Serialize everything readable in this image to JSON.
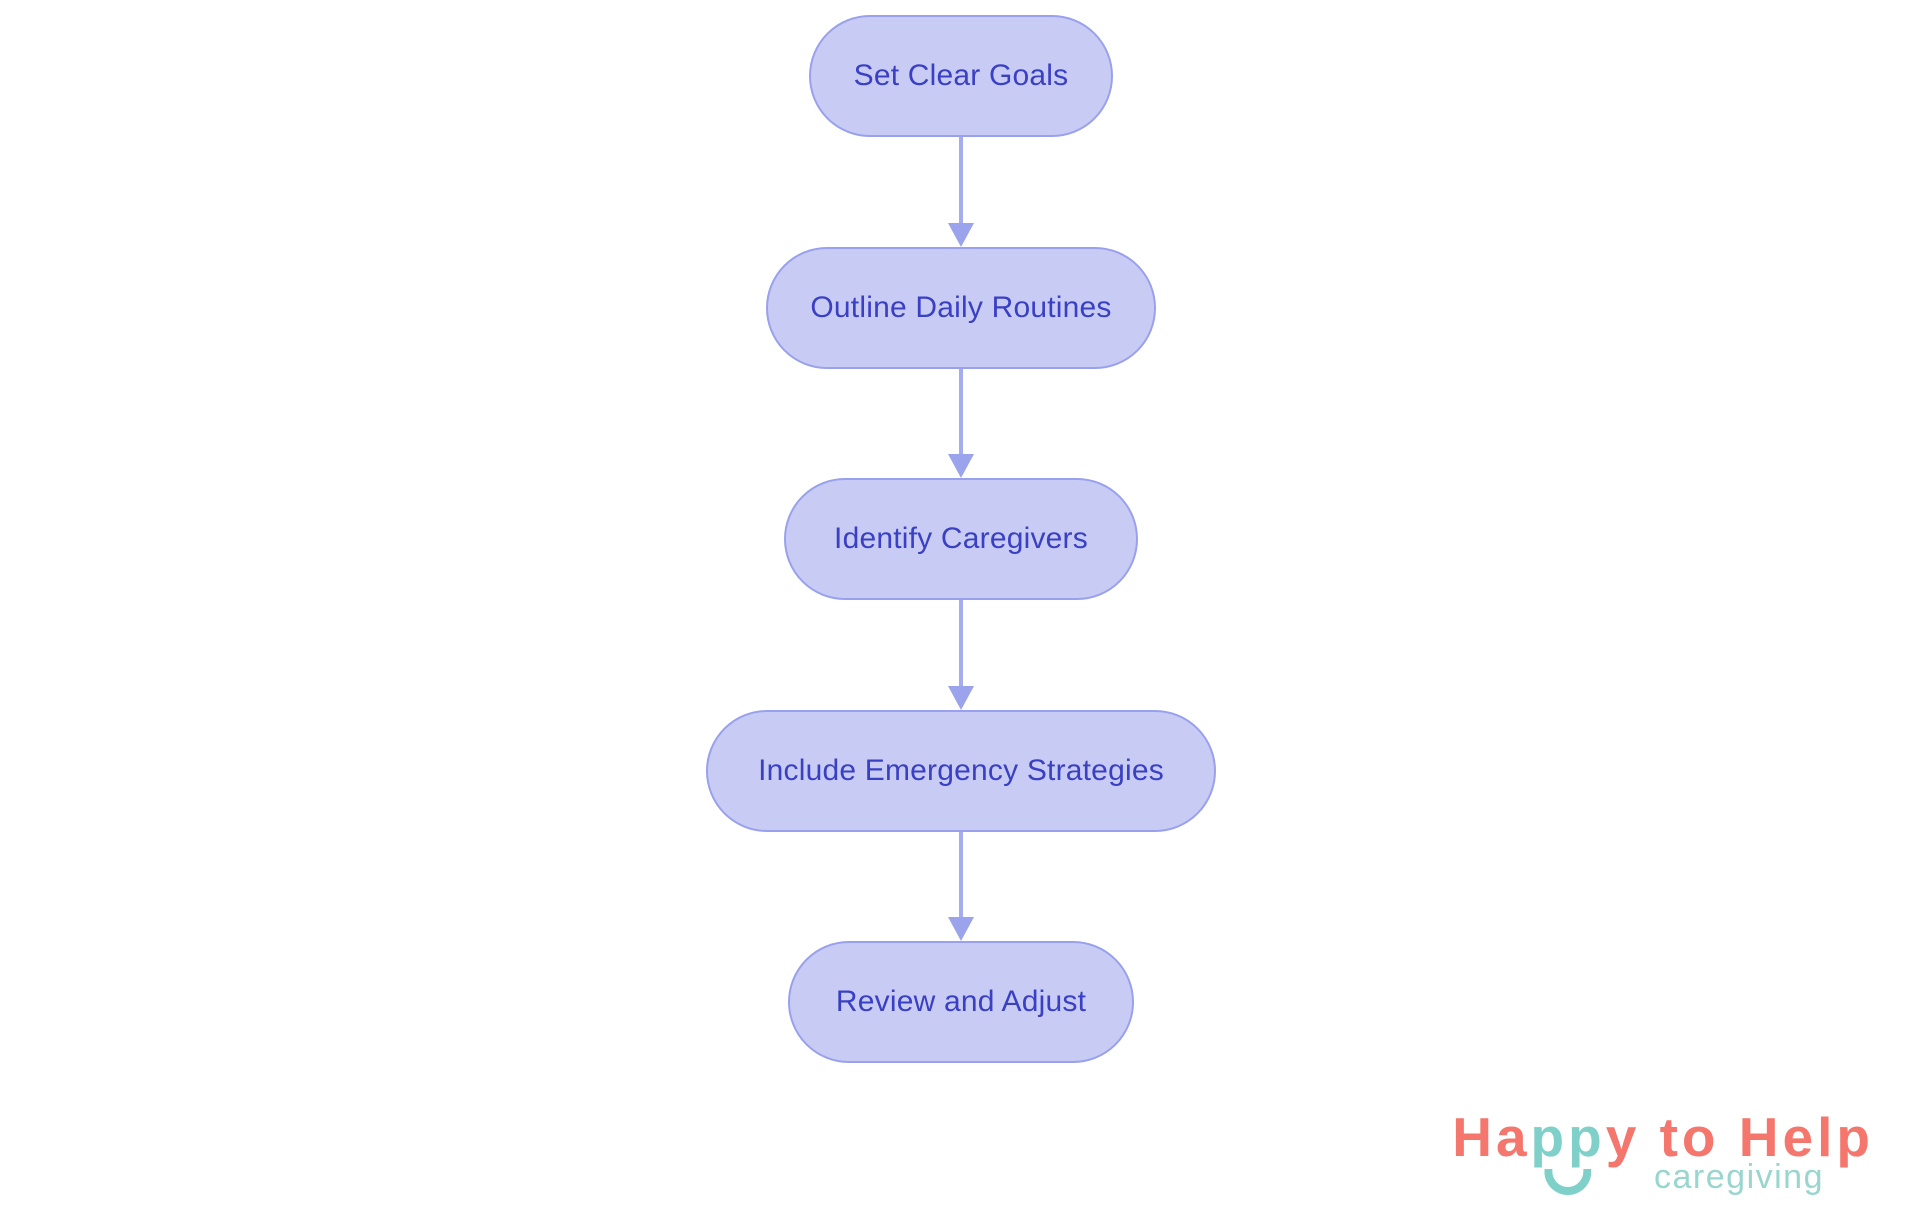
{
  "page": {
    "background_color": "#ffffff"
  },
  "flowchart": {
    "type": "vertical-flow",
    "direction": "top-down",
    "steps": [
      "Set Clear Goals",
      "Outline Daily Routines",
      "Identify Caregivers",
      "Include Emergency Strategies",
      "Review and Adjust"
    ],
    "node_fill_color": "#c8ccf5",
    "node_border_color": "#99a1ee",
    "node_text_color": "#3a40c4",
    "arrow_stem_color": "#a5adf1",
    "arrow_head_color": "#9aa3ec"
  },
  "logo": {
    "brand_part_ha": "Ha",
    "brand_part_pp": "pp",
    "brand_part_rest": "y to Help",
    "brand_full": "Happy to Help",
    "tagline": "caregiving",
    "coral_color": "#f4766c",
    "teal_color": "#7ed0c9",
    "tagline_color": "#98d6ce",
    "smile_icon_shape": "upward-arc"
  }
}
